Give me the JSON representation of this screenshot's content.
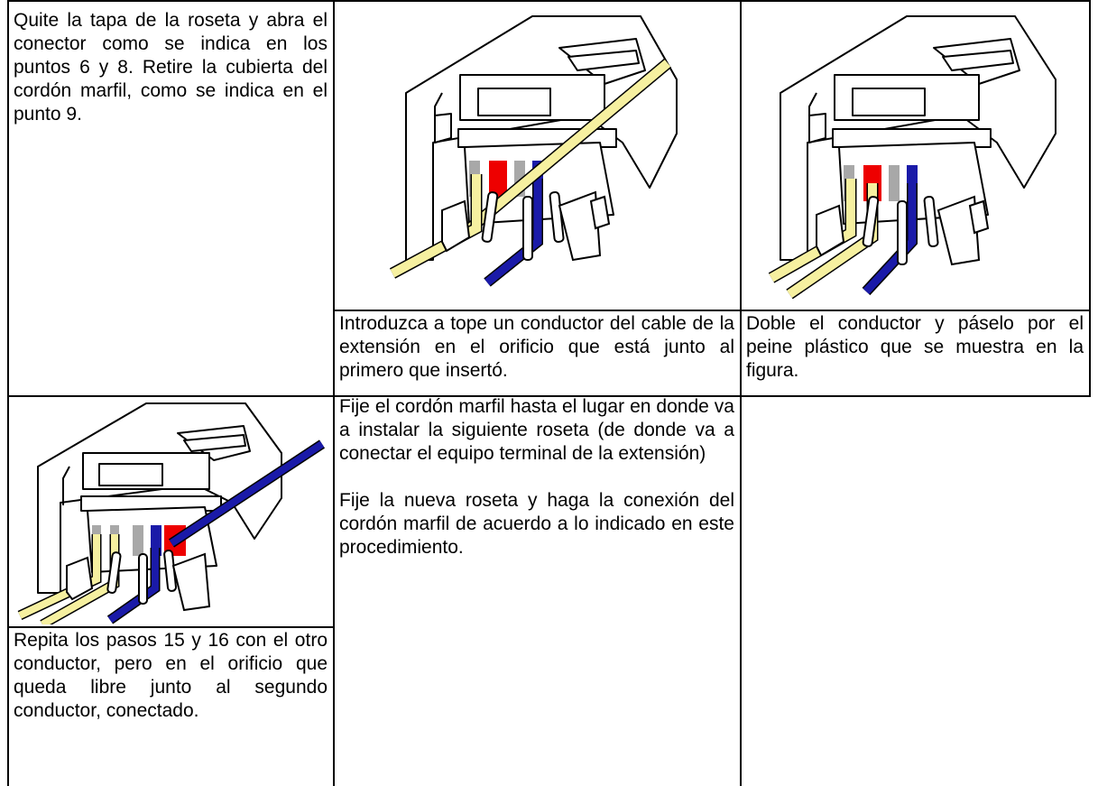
{
  "header": {
    "title": ""
  },
  "cells": {
    "r1c1": "Quite la tapa de la roseta y abra el conector como se indica en los puntos 6 y 8. Retire la cubierta del cordón marfil, como se indica en el punto 9.",
    "r2c2": "Introduzca a tope un conductor del cable de la extensión en el orificio que está junto al primero que insertó.",
    "r2c3": "Doble el conductor y páselo por el peine plástico que se muestra en la figura.",
    "r3c2_p1": "Fije el cordón marfil hasta el lugar en donde va a instalar la siguiente roseta (de donde va a conectar el equipo terminal de la extensión)",
    "r3c2_p2": "Fije la nueva roseta y haga la conexión del cordón marfil de acuerdo a lo indicado en este procedimiento.",
    "r4c1": "Repita los pasos 15 y 16 con el otro conductor, pero en el orificio que queda libre junto al segundo conductor, conectado."
  },
  "colors": {
    "ivory": "#f6f0a0",
    "red": "#ee0000",
    "blue": "#1a1aa8",
    "grey": "#a8a8a8",
    "border": "#000000"
  },
  "figures": [
    {
      "name": "connector-figure-step-15",
      "inserted": "one ivory conductor plus extension conductor"
    },
    {
      "name": "connector-figure-step-16",
      "inserted": "conductor bent through plastic comb"
    },
    {
      "name": "connector-figure-step-17",
      "inserted": "second extension conductor inserted"
    }
  ]
}
